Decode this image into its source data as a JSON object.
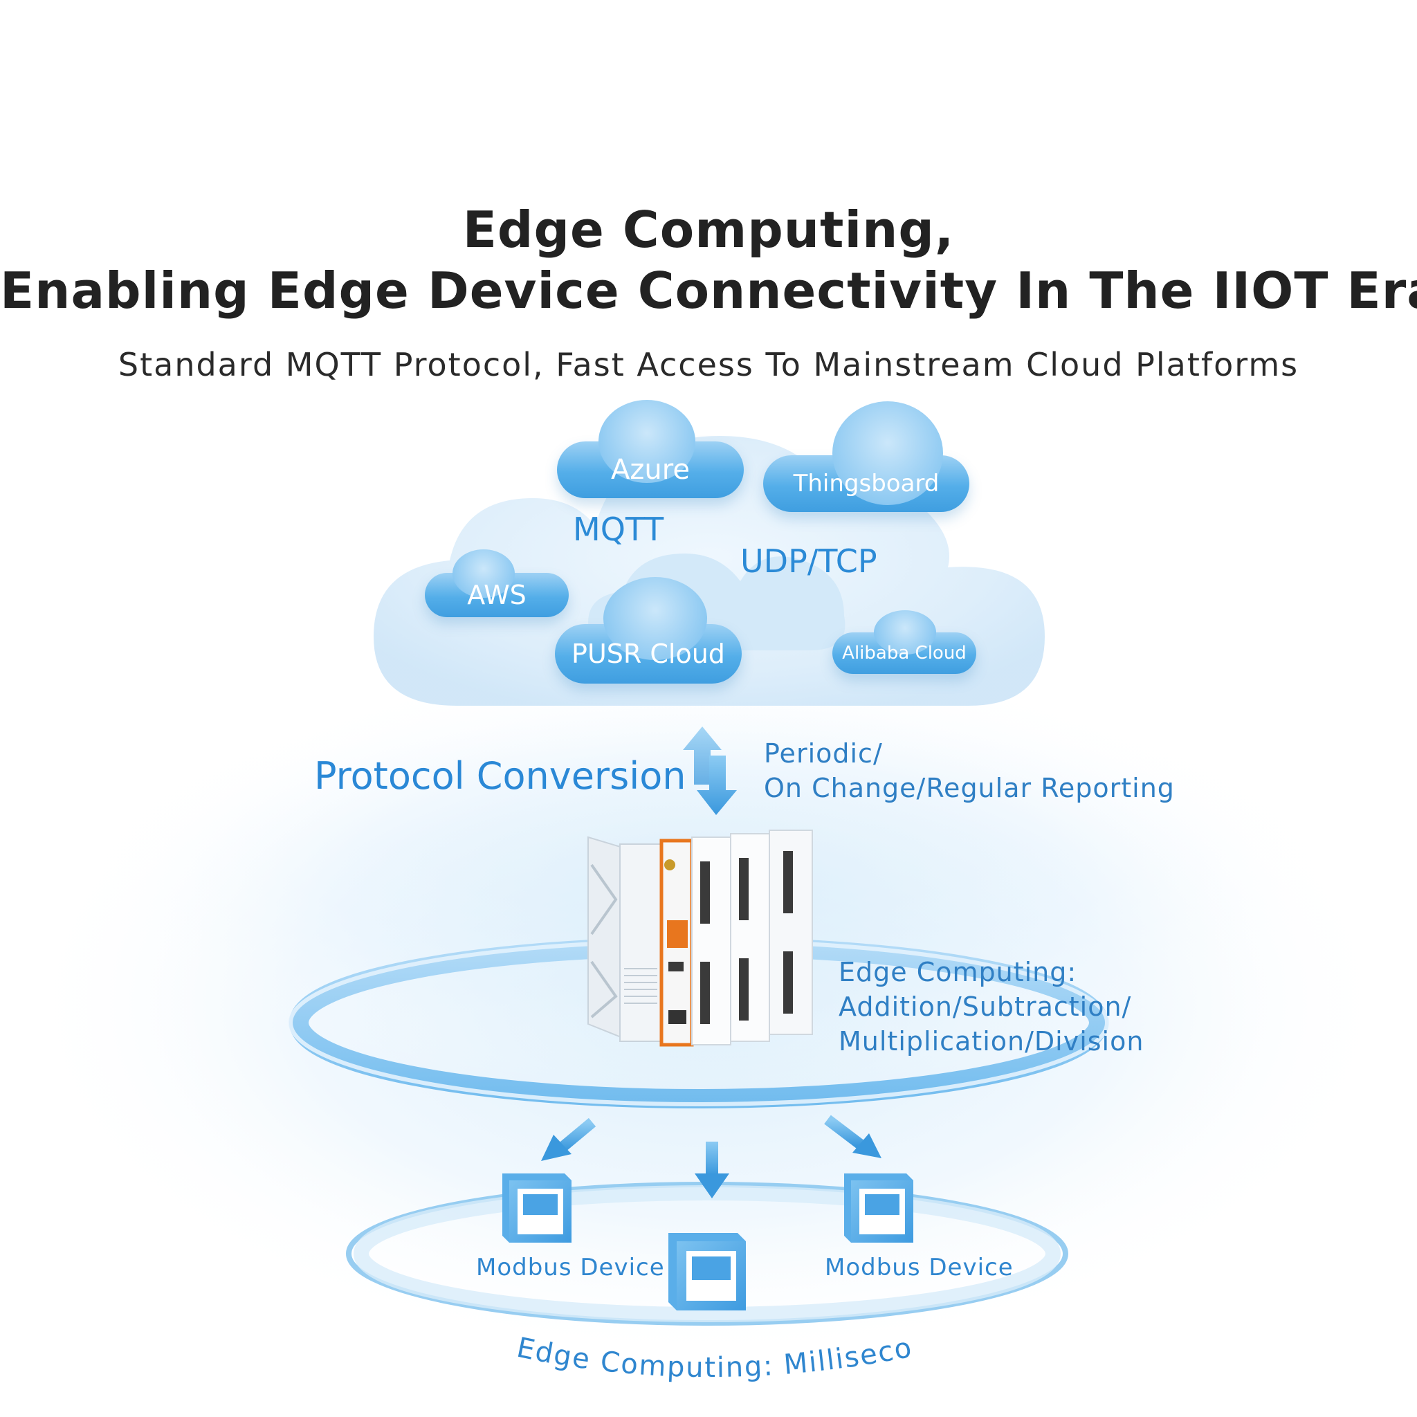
{
  "title": {
    "line1": "Edge Computing,",
    "line2": "Enabling Edge Device Connectivity In The IIOT Era"
  },
  "subtitle": "Standard MQTT Protocol, Fast Access To Mainstream Cloud Platforms",
  "cloud": {
    "platforms": {
      "azure": "Azure",
      "thingsboard": "Thingsboard",
      "aws": "AWS",
      "pusr": "PUSR Cloud",
      "alibaba": "Alibaba Cloud"
    },
    "protocols": {
      "mqtt": "MQTT",
      "udp_tcp": "UDP/TCP"
    }
  },
  "protocol_conversion": "Protocol Conversion",
  "reporting": {
    "line1": "Periodic/",
    "line2": "On Change/Regular Reporting"
  },
  "edge_computing_ops": {
    "line1": "Edge Computing:",
    "line2": "Addition/Subtraction/",
    "line3": "Multiplication/Division"
  },
  "devices": {
    "left_label": "Modbus Device",
    "right_label": "Modbus Device"
  },
  "bottom_caption": "Edge Computing: Millisecond",
  "colors": {
    "accent_blue": "#2b8ad6",
    "bubble_blue": "#54aee9",
    "device_orange": "#e8761e",
    "title_dark": "#222222"
  }
}
